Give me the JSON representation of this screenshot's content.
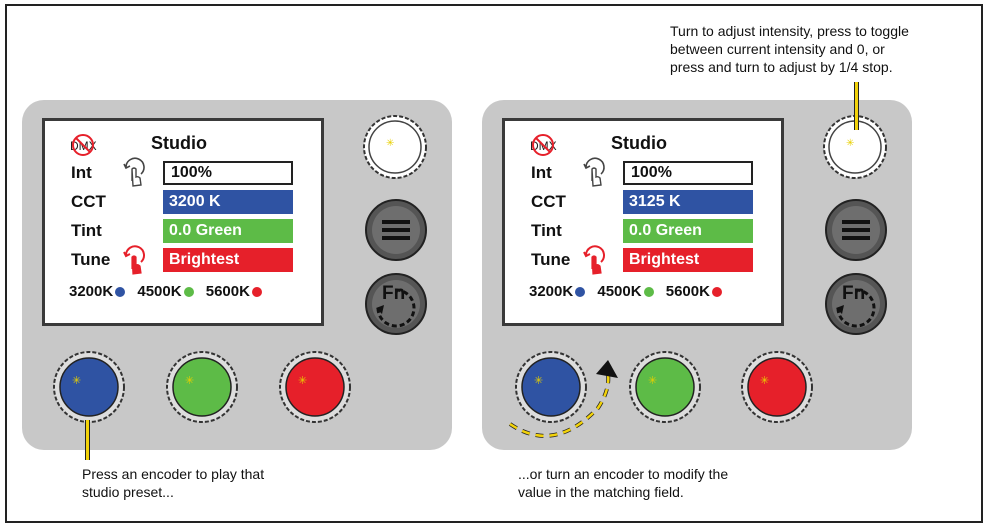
{
  "panels": [
    {
      "screen": {
        "title": "Studio",
        "rows": [
          {
            "label": "Int",
            "value": "100%"
          },
          {
            "label": "CCT",
            "value": "3200 K"
          },
          {
            "label": "Tint",
            "value": "0.0 Green"
          },
          {
            "label": "Tune",
            "value": "Brightest"
          }
        ],
        "presets": [
          "3200K",
          "4500K",
          "5600K"
        ]
      },
      "buttons": {
        "fn_label": "Fn"
      }
    },
    {
      "screen": {
        "title": "Studio",
        "rows": [
          {
            "label": "Int",
            "value": "100%"
          },
          {
            "label": "CCT",
            "value": "3125 K"
          },
          {
            "label": "Tint",
            "value": "0.0 Green"
          },
          {
            "label": "Tune",
            "value": "Brightest"
          }
        ],
        "presets": [
          "3200K",
          "4500K",
          "5600K"
        ]
      },
      "buttons": {
        "fn_label": "Fn"
      }
    }
  ],
  "dmx_label": "DMX",
  "captions": {
    "top_right": [
      "Turn to adjust intensity, press to toggle",
      "between current intensity and 0, or",
      "press and turn to adjust by 1/4 stop."
    ],
    "bottom_left": [
      "Press an encoder to play that",
      "studio preset..."
    ],
    "bottom_right": [
      "...or turn an encoder to modify the",
      "value in the matching field."
    ]
  },
  "colors": {
    "blue": "#2f53a3",
    "green": "#5dbb47",
    "red": "#e6202a",
    "callout_yellow": "#f2d20a",
    "panel_gray": "#c8c8c8"
  }
}
